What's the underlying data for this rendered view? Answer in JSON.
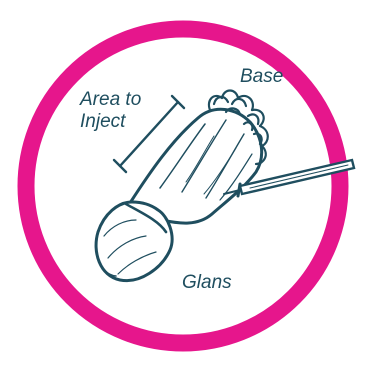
{
  "labels": {
    "area_line1": "Area to",
    "area_line2": "Inject",
    "base": "Base",
    "glans": "Glans"
  },
  "colors": {
    "ring": "#e6168c",
    "ink": "#1f4e5f",
    "background": "#ffffff"
  }
}
